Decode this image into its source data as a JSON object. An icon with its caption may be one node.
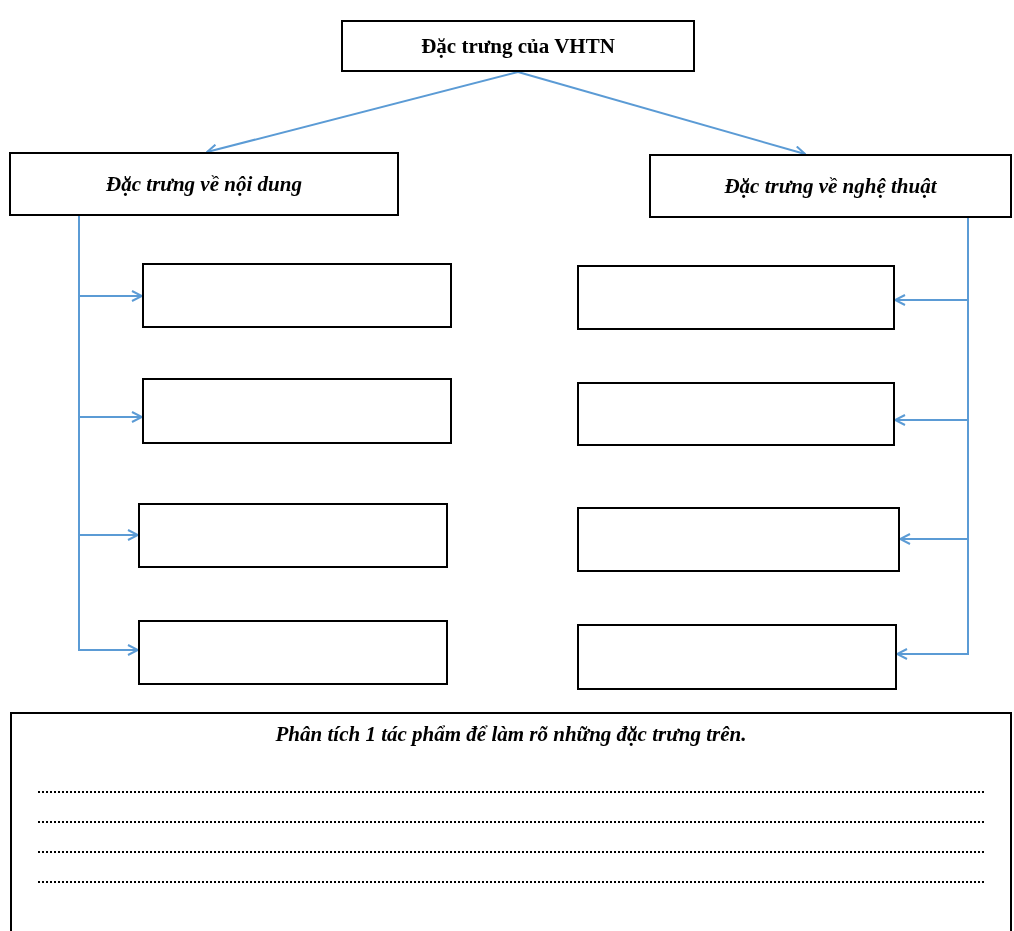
{
  "diagram": {
    "nodes": [
      {
        "text": [
          "Đặc trưng của VHTN"
        ]
      },
      {
        "text": [
          "Đặc trưng về nội dung"
        ]
      },
      {
        "text": [
          "Đặc trưng về nghệ thuật"
        ]
      },
      {
        "text": [],
        "shape": "box"
      },
      {
        "text": [],
        "shape": "box"
      },
      {
        "text": [],
        "shape": "box"
      },
      {
        "text": [],
        "shape": "box"
      },
      {
        "text": [],
        "shape": "box"
      },
      {
        "text": [],
        "shape": "box"
      },
      {
        "text": [],
        "shape": "box"
      },
      {
        "text": [],
        "shape": "box"
      },
      {
        "text": [
          "Phân tích 1 tác phẩm để làm rõ những đặc trưng trên."
        ]
      }
    ],
    "edges": [
      {
        "from": 0,
        "to": 1,
        "arrow": "to"
      },
      {
        "from": 0,
        "to": 2,
        "arrow": "to"
      },
      {
        "from": 1,
        "to": 3,
        "arrow": "to"
      },
      {
        "from": 1,
        "to": 4,
        "arrow": "to"
      },
      {
        "from": 1,
        "to": 5,
        "arrow": "to"
      },
      {
        "from": 1,
        "to": 6,
        "arrow": "to"
      },
      {
        "from": 2,
        "to": 7,
        "arrow": "to"
      },
      {
        "from": 2,
        "to": 8,
        "arrow": "to"
      },
      {
        "from": 2,
        "to": 9,
        "arrow": "to"
      },
      {
        "from": 2,
        "to": 10,
        "arrow": "to"
      }
    ]
  }
}
